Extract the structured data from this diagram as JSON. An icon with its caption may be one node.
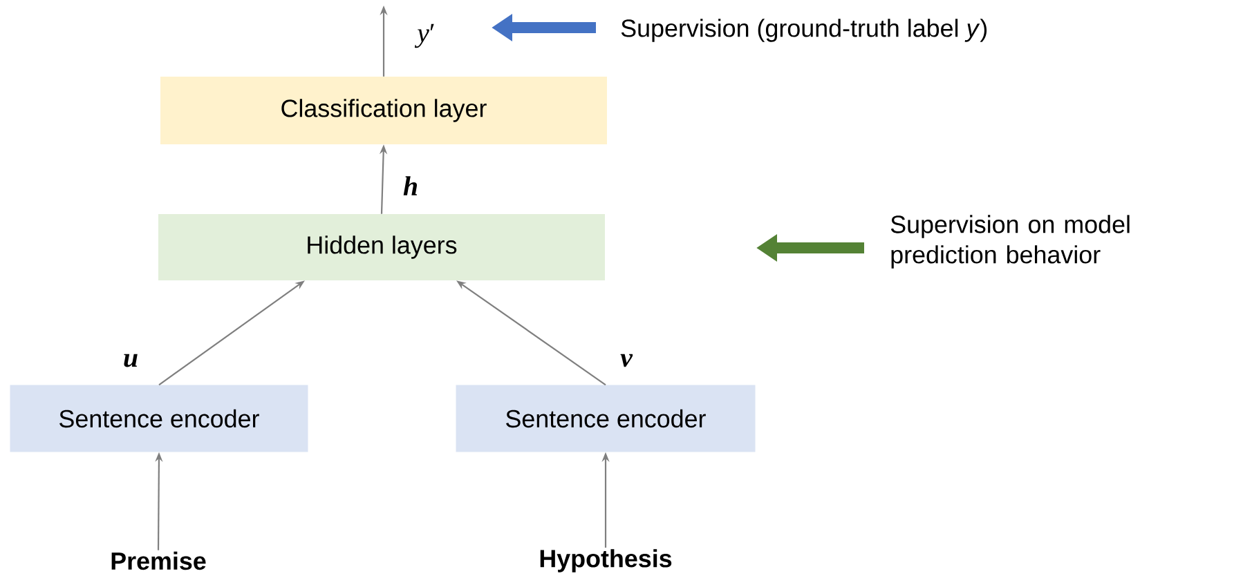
{
  "diagram": {
    "nodes": [
      {
        "text": [
          "Classification layer"
        ]
      },
      {
        "text": [
          "Hidden layers"
        ]
      },
      {
        "text": [
          "Sentence encoder"
        ]
      },
      {
        "text": [
          "Sentence encoder"
        ]
      },
      {
        "text": [
          "Premise"
        ]
      },
      {
        "text": [
          "Hypothesis"
        ]
      },
      {
        "text": [
          "Supervision (ground-truth label *y*)"
        ]
      },
      {
        "text": [
          "Supervision on model prediction behavior"
        ]
      }
    ],
    "edges": [
      {
        "from": 0,
        "to": null,
        "arrow": "to",
        "label": "*y*′"
      },
      {
        "from": 1,
        "to": 0,
        "arrow": "to",
        "label": "h"
      },
      {
        "from": 2,
        "to": 1,
        "arrow": "to",
        "label": "u"
      },
      {
        "from": 3,
        "to": 1,
        "arrow": "to",
        "label": "v"
      },
      {
        "from": 4,
        "to": 2,
        "arrow": "to"
      },
      {
        "from": 5,
        "to": 3,
        "arrow": "to"
      },
      {
        "from": 6,
        "to": null,
        "arrow": "to",
        "style": "thick",
        "color": "#4472c4"
      },
      {
        "from": 7,
        "to": null,
        "arrow": "to",
        "style": "thick",
        "color": "#548235"
      }
    ]
  }
}
